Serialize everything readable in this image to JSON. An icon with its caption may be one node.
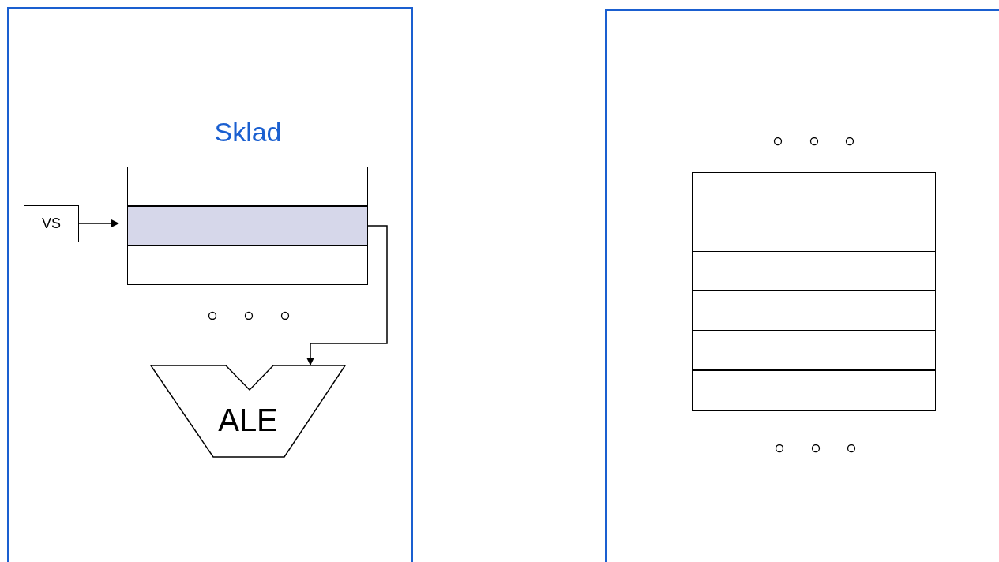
{
  "diagram": {
    "nodes": [
      {
        "text": [
          "VS"
        ]
      },
      {
        "text": [],
        "shape": "box"
      },
      {
        "text": [],
        "shape": "box"
      },
      {
        "text": [],
        "shape": "box"
      },
      {
        "text": [
          "ALE"
        ]
      },
      {
        "text": [],
        "shape": "box"
      },
      {
        "text": [],
        "shape": "box"
      },
      {
        "text": [],
        "shape": "box"
      },
      {
        "text": [],
        "shape": "box"
      },
      {
        "text": [],
        "shape": "box"
      },
      {
        "text": [],
        "shape": "box"
      }
    ],
    "edges": [
      {
        "from": 0,
        "to": 2,
        "arrow": "to"
      },
      {
        "from": 2,
        "to": 4,
        "arrow": "to"
      }
    ],
    "labels": [
      "Sklad"
    ]
  }
}
